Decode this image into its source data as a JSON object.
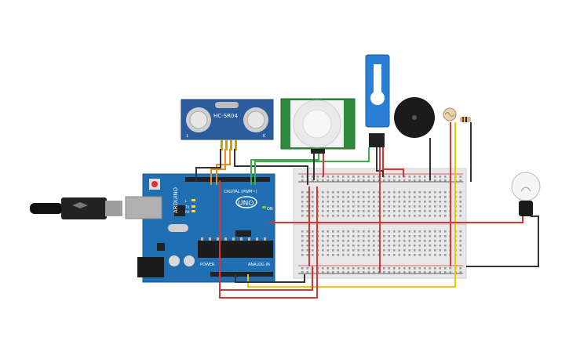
{
  "components": {
    "ultrasonic": {
      "label": "HC-SR04",
      "pin_labels": [
        "1",
        "K"
      ]
    },
    "arduino": {
      "brand": "ARDUINO",
      "model": "UNO",
      "digital_label": "DIGITAL (PWM~)",
      "power_label": "POWER",
      "analog_label": "ANALOG IN",
      "on_label": "ON",
      "tx_label": "TX",
      "rx_label": "RX",
      "l_label": "L"
    }
  },
  "colors": {
    "wire_red": "#d32f2f",
    "wire_black": "#333333",
    "wire_green": "#3fae49",
    "wire_orange": "#f08a1c",
    "wire_yellow": "#f2c500",
    "board_blue": "#1f6fb2",
    "sensor_blue": "#2b5d9e",
    "pir_green": "#2f8a3c",
    "servo_blue": "#2a7fd4"
  }
}
